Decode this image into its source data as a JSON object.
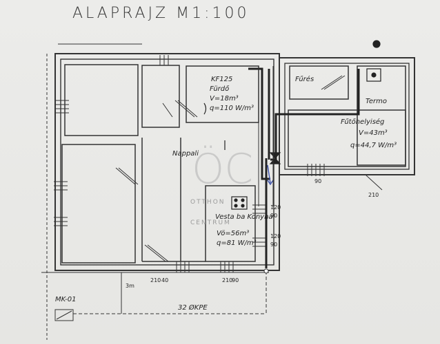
{
  "title": "ALAPRAJZ M1:100",
  "rooms": {
    "bath": {
      "name": "Fürdő",
      "code": "KF125",
      "volume": "V=18m³",
      "q": "q=110 W/m³"
    },
    "living": {
      "name": "Nappali"
    },
    "boiler_room": {
      "name": "Fűrés"
    },
    "termo": {
      "name": "Termo"
    },
    "utility": {
      "name": "Fűtőhelyiség",
      "volume": "V=43m³",
      "q": "q=44,7 W/m³"
    },
    "kitchen": {
      "name": "Vesta ba Konyha",
      "volume": "Vö=56m³",
      "q": "q=81 W/m³"
    }
  },
  "dimensions": {
    "d1": "120",
    "d2": "90",
    "d3": "120",
    "d4": "90",
    "d5": "210",
    "d6": "40",
    "d7": "210",
    "d8": "90",
    "d9": "90",
    "d10": "210",
    "d11": "3m"
  },
  "meter": {
    "label": "MK-01"
  },
  "pipe": {
    "label": "32 ØKPE"
  },
  "watermark": {
    "top": "ÖC",
    "bottom1": "OTTHON",
    "bottom2": "CENTRUM"
  }
}
